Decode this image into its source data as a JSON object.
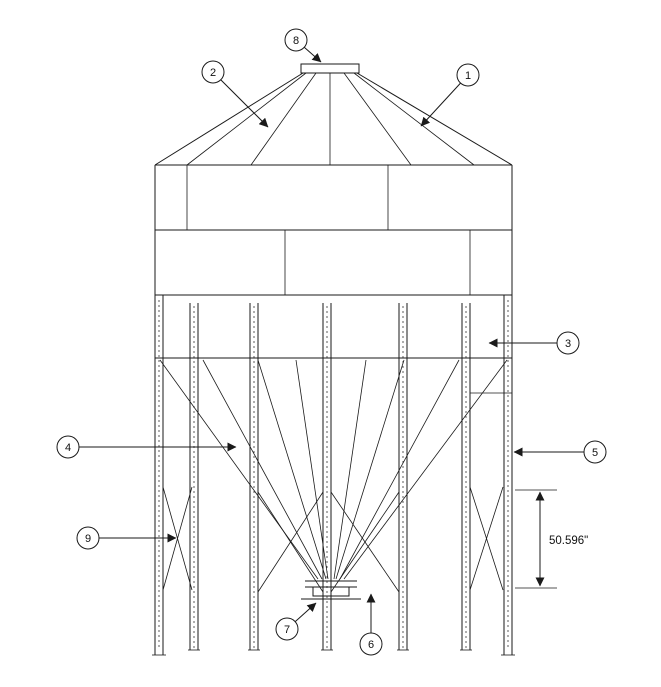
{
  "drawing_type": "hopper-bin-elevation-diagram",
  "colors": {
    "line": "#1a1a1a",
    "background": "#ffffff"
  },
  "callouts": [
    {
      "label": "1"
    },
    {
      "label": "2"
    },
    {
      "label": "3"
    },
    {
      "label": "4"
    },
    {
      "label": "5"
    },
    {
      "label": "6"
    },
    {
      "label": "7"
    },
    {
      "label": "8"
    },
    {
      "label": "9"
    }
  ],
  "dimension": {
    "label": "50.596\""
  }
}
